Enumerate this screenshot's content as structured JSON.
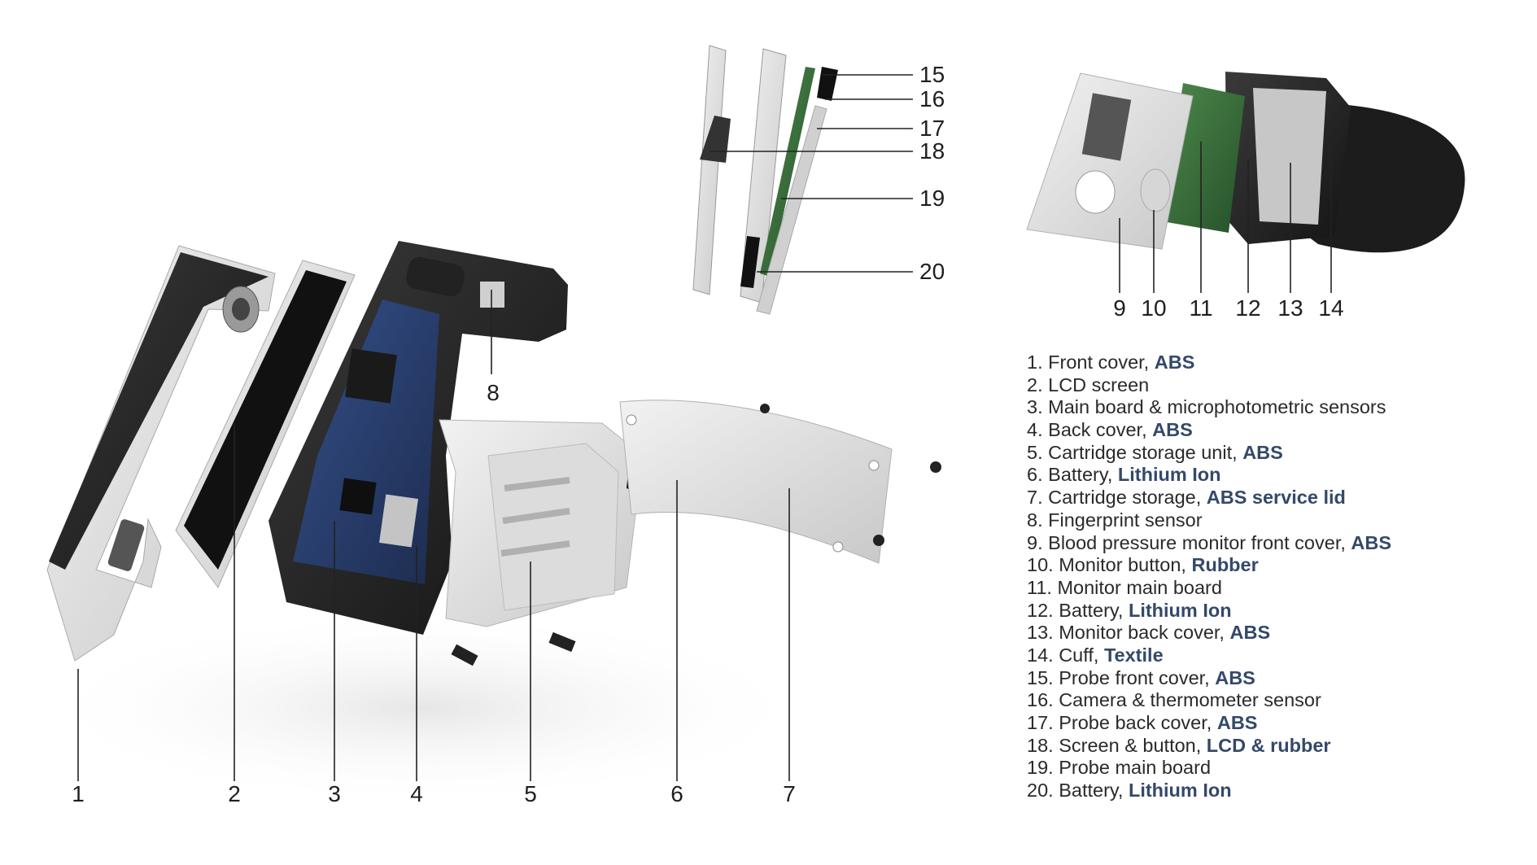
{
  "callout_numbers": [
    "1",
    "2",
    "3",
    "4",
    "5",
    "6",
    "7",
    "8",
    "9",
    "10",
    "11",
    "12",
    "13",
    "14",
    "15",
    "16",
    "17",
    "18",
    "19",
    "20"
  ],
  "legend": [
    {
      "num": "1.",
      "name": "Front cover,",
      "material": "ABS"
    },
    {
      "num": "2.",
      "name": "LCD screen",
      "material": ""
    },
    {
      "num": "3.",
      "name": "Main board & microphotometric sensors",
      "material": ""
    },
    {
      "num": "4.",
      "name": "Back cover,",
      "material": "ABS"
    },
    {
      "num": "5.",
      "name": "Cartridge storage unit,",
      "material": "ABS"
    },
    {
      "num": "6.",
      "name": "Battery,",
      "material": "Lithium Ion"
    },
    {
      "num": "7.",
      "name": "Cartridge storage,",
      "material": "ABS service lid"
    },
    {
      "num": "8.",
      "name": "Fingerprint sensor",
      "material": ""
    },
    {
      "num": "9.",
      "name": "Blood pressure monitor front cover,",
      "material": "ABS"
    },
    {
      "num": "10.",
      "name": "Monitor button,",
      "material": "Rubber"
    },
    {
      "num": "11.",
      "name": "Monitor main board",
      "material": ""
    },
    {
      "num": "12.",
      "name": "Battery,",
      "material": "Lithium Ion"
    },
    {
      "num": "13.",
      "name": "Monitor back cover,",
      "material": "ABS"
    },
    {
      "num": "14.",
      "name": "Cuff,",
      "material": "Textile"
    },
    {
      "num": "15.",
      "name": "Probe front cover,",
      "material": "ABS"
    },
    {
      "num": "16.",
      "name": "Camera & thermometer sensor",
      "material": ""
    },
    {
      "num": "17.",
      "name": "Probe back cover,",
      "material": "ABS"
    },
    {
      "num": "18.",
      "name": "Screen & button,",
      "material": "LCD & rubber"
    },
    {
      "num": "19.",
      "name": "Probe main board",
      "material": ""
    },
    {
      "num": "20.",
      "name": "Battery,",
      "material": "Lithium Ion"
    }
  ],
  "colors": {
    "text": "#2a2a2a",
    "material_accent": "#34496a",
    "plastic_light": "#d9d9d9",
    "plastic_dark": "#1e1e1e",
    "pcb_blue": "#2c3f6b",
    "pcb_green": "#3b6b3c"
  }
}
